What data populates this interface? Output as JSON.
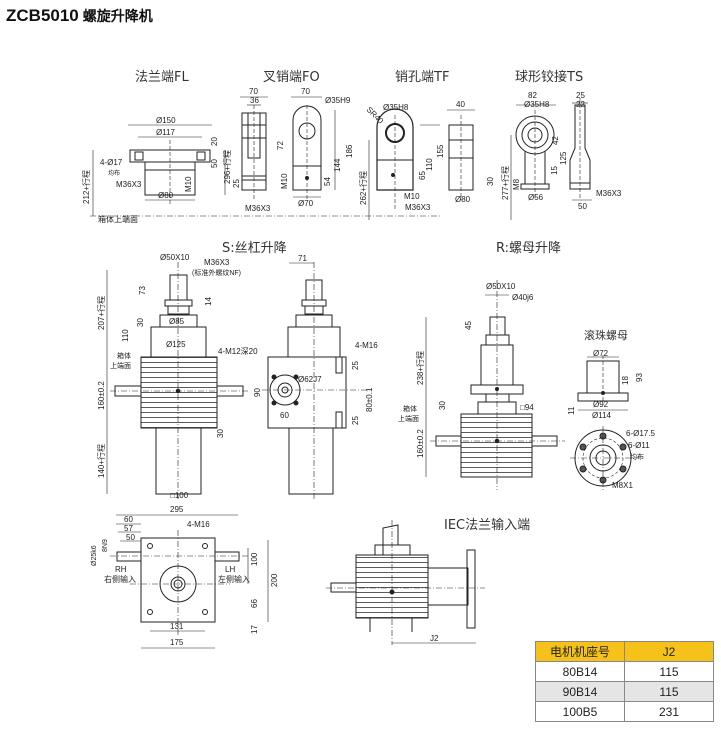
{
  "title": {
    "model": "ZCB5010",
    "name": "螺旋升降机"
  },
  "sections": {
    "fl": "法兰端FL",
    "fo": "叉销端FO",
    "tf": "销孔端TF",
    "ts": "球形铰接TS",
    "s": "S:丝杠升降",
    "r": "R:螺母升降",
    "ballnut": "滚珠螺母",
    "iec": "IEC法兰输入端"
  },
  "dims": {
    "fl": {
      "d150": "Ø150",
      "d117": "Ø117",
      "h20": "20",
      "h50": "50",
      "holes": "4-Ø17",
      "even": "均布",
      "thread": "M36X3",
      "m10": "M10",
      "d80": "Ø80",
      "len": "212+行程",
      "ref": "箱体上端面"
    },
    "fo": {
      "w70a": "70",
      "w36": "36",
      "w70b": "70",
      "pin": "Ø35H9",
      "h72": "72",
      "h144": "144",
      "h186": "186",
      "h25": "25",
      "h54": "54",
      "m10": "M10",
      "d70": "Ø70",
      "thread": "M36X3",
      "len": "296+行程"
    },
    "tf": {
      "sr": "SR40",
      "pin": "Ø35H8",
      "w40": "40",
      "h155": "155",
      "h110": "110",
      "h65": "65",
      "h30": "30",
      "m10": "M10",
      "thread": "M36X3",
      "d80": "Ø80",
      "len": "262+行程"
    },
    "ts": {
      "w82": "82",
      "w25": "25",
      "w22": "22",
      "pin": "Ø35H8",
      "h42": "42",
      "h15": "15",
      "h125": "125",
      "m8": "M8",
      "d56": "Ø56",
      "thread": "M36X3",
      "w50": "50",
      "len": "277+行程"
    },
    "s": {
      "screw": "Ø50X10",
      "thread": "M36X3",
      "nf": "(标准外螺纹NF)",
      "h73": "73",
      "h14": "14",
      "h30": "30",
      "d85": "Ø85",
      "h110": "110",
      "d125": "Ø125",
      "len": "207+行程",
      "ref1": "箱体",
      "ref2": "上端面",
      "box": "160±0.2",
      "lower": "140+行程",
      "h30b": "30",
      "sq": "□100",
      "w71": "71",
      "m12": "4-M12深20",
      "m16": "4-M16",
      "d62": "Ø62J7",
      "h90": "90",
      "w60": "60",
      "h25a": "25",
      "h25b": "25",
      "h80": "80±0.1"
    },
    "r": {
      "screw": "Ø50X10",
      "shaft": "Ø40j6",
      "h45": "45",
      "len": "238+行程",
      "h30": "30",
      "sq": "□94",
      "ref1": "箱体",
      "ref2": "上端面",
      "box": "160±0.2"
    },
    "nut": {
      "d72": "Ø72",
      "h18": "18",
      "h93": "93",
      "h11": "11",
      "d92": "Ø92",
      "d114": "Ø114",
      "holes1": "6-Ø17.5",
      "holes2": "6-Ø11",
      "even": "均布",
      "m8": "M8X1"
    },
    "top": {
      "w295": "295",
      "w60": "60",
      "w57": "57",
      "w50": "50",
      "key": "8N9",
      "shaft": "Ø25k6",
      "m16": "4-M16",
      "rh": "RH",
      "rh_cn": "右侧输入",
      "lh": "LH",
      "lh_cn": "左侧输入",
      "h100": "100",
      "h200": "200",
      "h66": "66",
      "h17": "17",
      "w131": "131",
      "w175": "175"
    },
    "iec": {
      "j2": "J2"
    }
  },
  "table": {
    "headers": [
      "电机机座号",
      "J2"
    ],
    "rows": [
      [
        "80B14",
        "115"
      ],
      [
        "90B14",
        "115"
      ],
      [
        "100B5",
        "231"
      ]
    ]
  }
}
